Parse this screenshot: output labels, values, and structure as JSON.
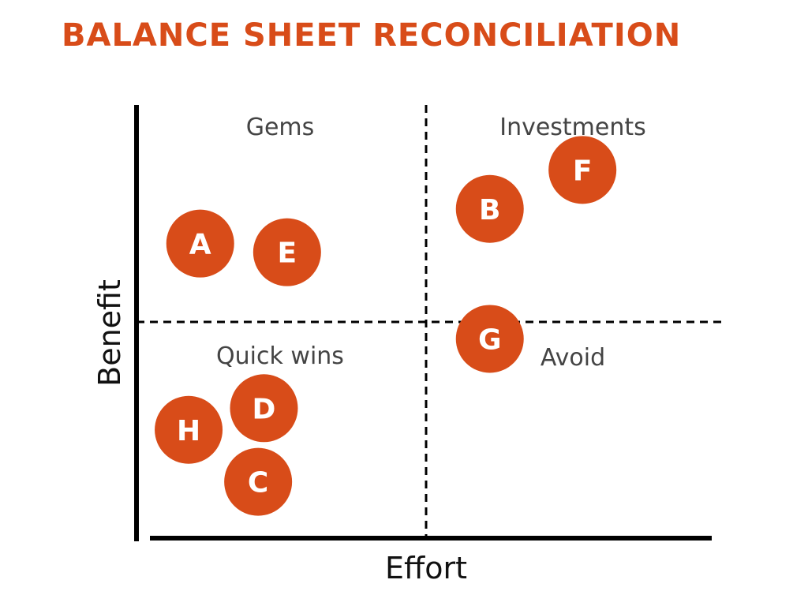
{
  "title": "BALANCE SHEET RECONCILIATION",
  "colors": {
    "accent": "#d84c19",
    "axis": "#000000",
    "quadrant_text": "#444444"
  },
  "axes": {
    "x_label": "Effort",
    "y_label": "Benefit"
  },
  "quadrants": {
    "top_left": "Gems",
    "top_right": "Investments",
    "bottom_left": "Quick wins",
    "bottom_right": "Avoid"
  },
  "items": [
    {
      "label": "A",
      "effort": 0.11,
      "benefit": 0.68
    },
    {
      "label": "E",
      "effort": 0.26,
      "benefit": 0.66
    },
    {
      "label": "B",
      "effort": 0.61,
      "benefit": 0.76
    },
    {
      "label": "F",
      "effort": 0.77,
      "benefit": 0.85
    },
    {
      "label": "G",
      "effort": 0.61,
      "benefit": 0.46
    },
    {
      "label": "D",
      "effort": 0.22,
      "benefit": 0.3
    },
    {
      "label": "H",
      "effort": 0.09,
      "benefit": 0.25
    },
    {
      "label": "C",
      "effort": 0.21,
      "benefit": 0.13
    }
  ]
}
